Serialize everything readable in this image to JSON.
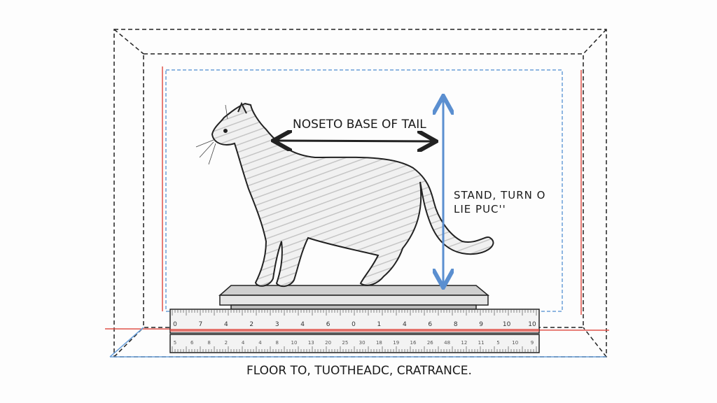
{
  "labels": {
    "length": "NOSETO BASE OF TAIL",
    "height_line1": "STAND, TURN O",
    "height_line2": "LIE PUC''",
    "floor": "FLOOR TO, TUOTHEADC, CRATRANCE."
  },
  "ruler": {
    "top_labels": [
      "0",
      "7",
      "4",
      "2",
      "3",
      "4",
      "6",
      "0",
      "1",
      "4",
      "6",
      "8",
      "9",
      "10",
      "10"
    ],
    "bottom_labels": [
      "5",
      "6",
      "8",
      "2",
      "4",
      "4",
      "8",
      "10",
      "13",
      "20",
      "25",
      "30",
      "18",
      "19",
      "16",
      "26",
      "48",
      "12",
      "11",
      "5",
      "10",
      "9"
    ]
  },
  "colors": {
    "measure_arrow": "#5b8fd0",
    "red_line": "#e0534a",
    "blue_dashed": "#6a9fd8",
    "sketch": "#222222"
  }
}
